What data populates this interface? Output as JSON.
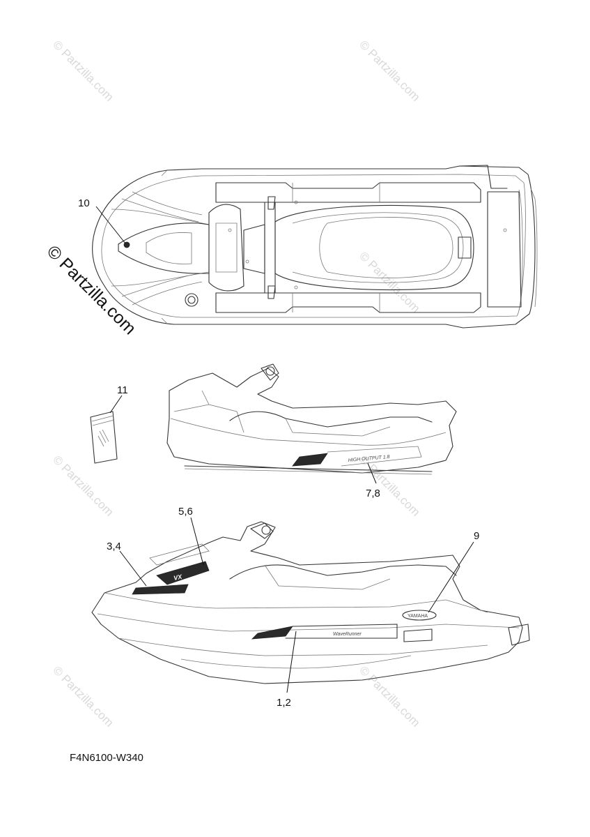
{
  "watermark": {
    "text": "© Partzilla.com"
  },
  "parts": [
    {
      "label": "10"
    },
    {
      "label": "11"
    },
    {
      "label": "7,8"
    },
    {
      "label": "5,6"
    },
    {
      "label": "3,4"
    },
    {
      "label": "9"
    },
    {
      "label": "1,2"
    }
  ],
  "diagram_code": "F4N6100-W340",
  "decals": {
    "high_output": "HIGH OUTPUT 1.8",
    "waverunner": "WaveRunner",
    "yamaha": "YAMAHA",
    "vx": "VX"
  }
}
